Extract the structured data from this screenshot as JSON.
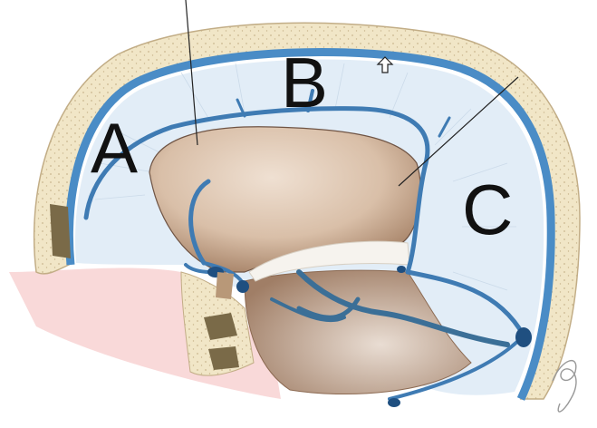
{
  "labels": {
    "a": "A",
    "b": "B",
    "c": "C"
  },
  "colors": {
    "bone": "#f1e6c7",
    "bone_dots": "#c9b78e",
    "outer_blue": "#4a8cc6",
    "fluid": "#e2edf7",
    "brain_light": "#d8c2b0",
    "brain_dark": "#8c6a52",
    "vessel": "#3f7bb3",
    "skin": "#f6c6c6",
    "sinus_dark": "#7a6a48"
  },
  "icons": {
    "arrow": "up-arrow-icon",
    "signature": "artist-signature-icon"
  }
}
